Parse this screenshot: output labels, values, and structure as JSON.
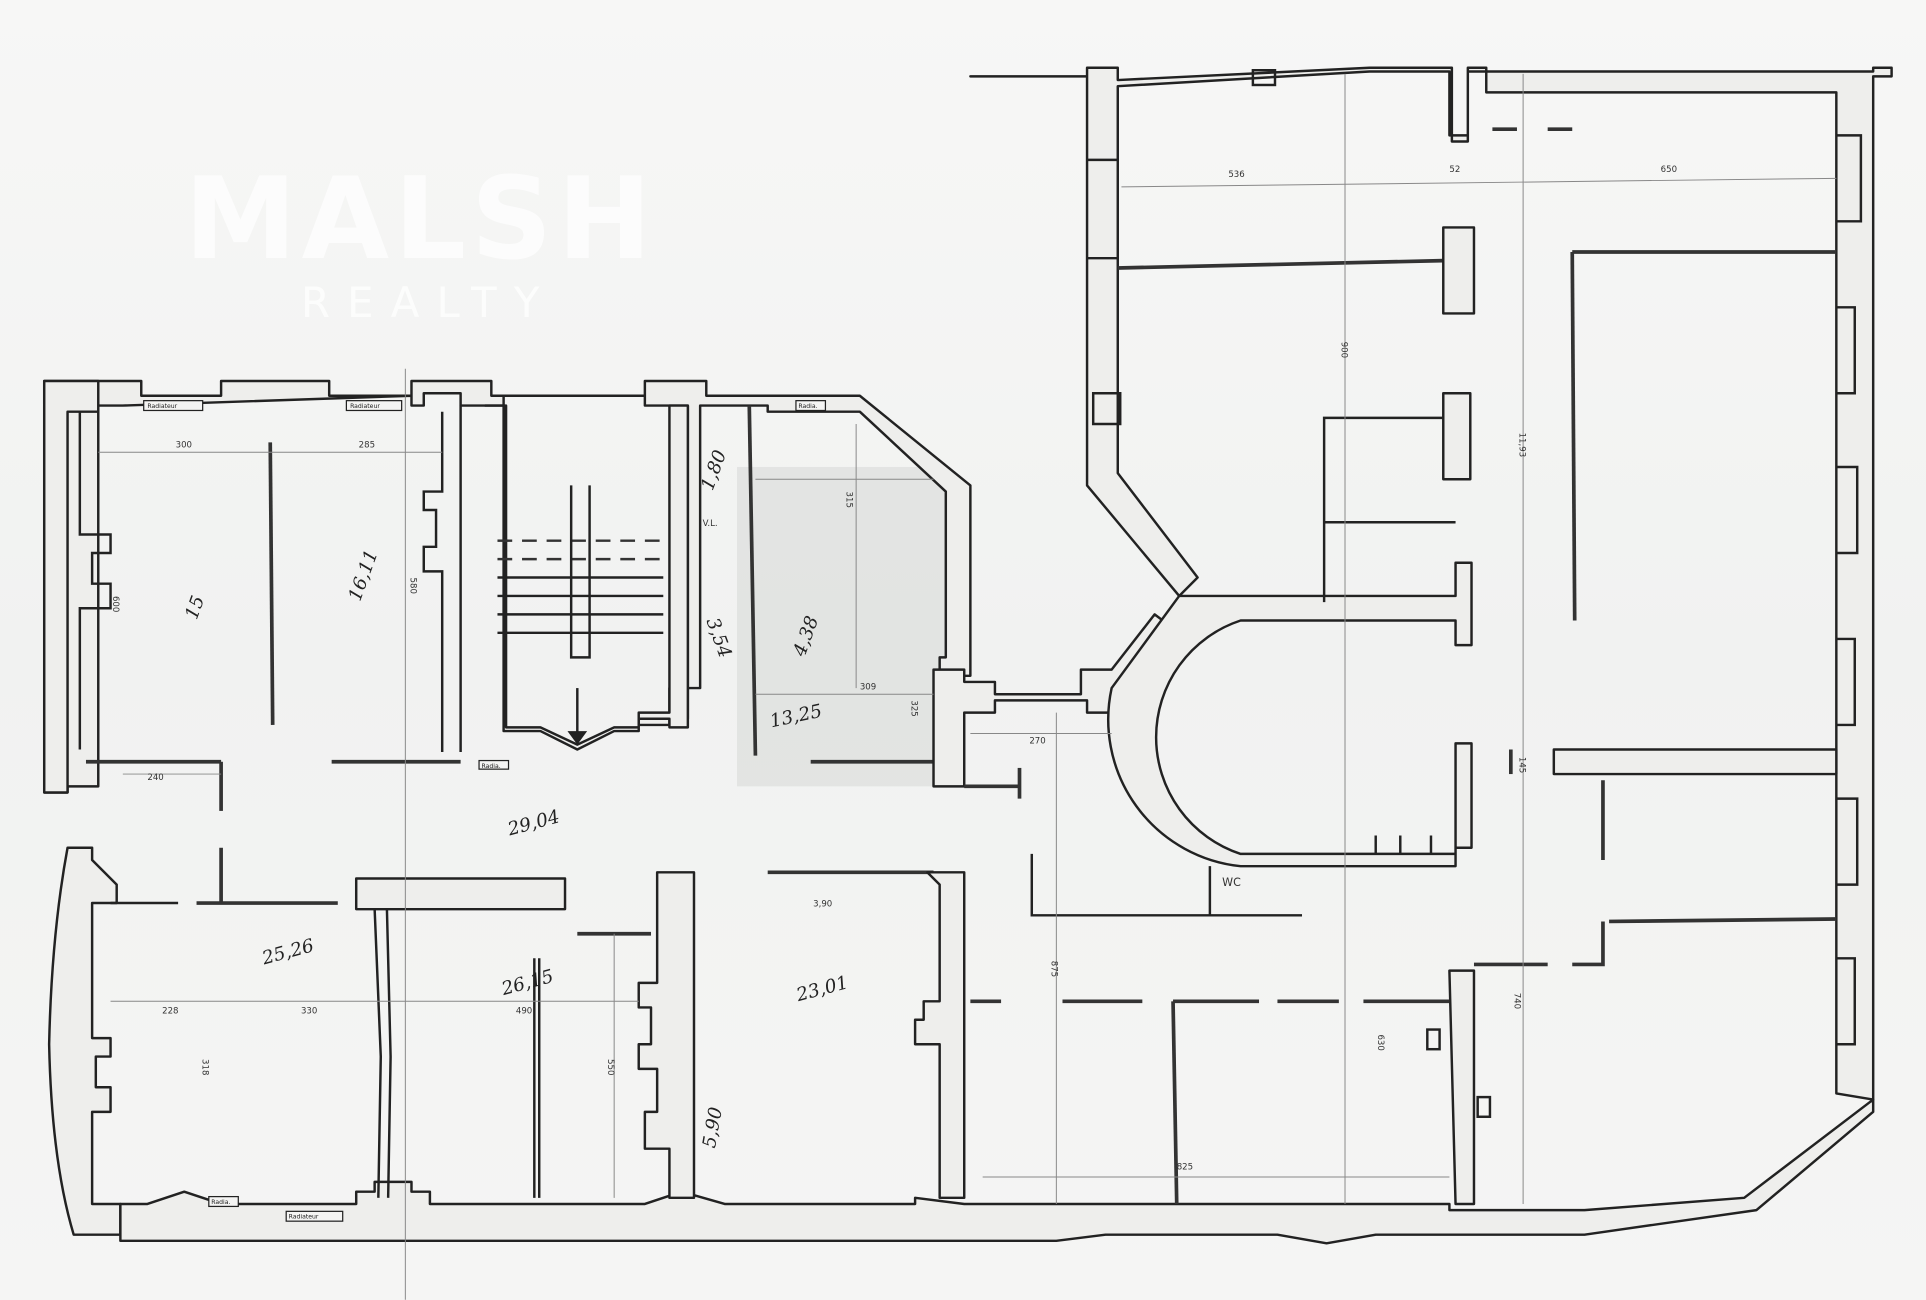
{
  "watermark": {
    "brand": "MALSH",
    "sub": "REALTY"
  },
  "labels": {
    "radiator_1": "Radiateur",
    "radiator_2": "Radiateur",
    "radiator_3": "Radia.",
    "radiator_4": "Radia.",
    "radiator_5": "Radiateur",
    "radiator_6": "Radia.",
    "vl": "V.L.",
    "wc": "WC"
  },
  "dimensions": {
    "d300": "300",
    "d285": "285",
    "d600": "600",
    "d580": "580",
    "d240": "240",
    "d315": "315",
    "d309": "309",
    "d325": "325",
    "d270": "270",
    "d228": "228",
    "d330": "330",
    "d490": "490",
    "d550": "550",
    "d318": "318",
    "d536": "536",
    "d52": "52",
    "d650": "650",
    "d900": "900",
    "d1193": "11,93",
    "d145": "145",
    "d875": "875",
    "d825": "825",
    "d630": "630",
    "d740": "740"
  },
  "areas": {
    "a1": "15",
    "a2": "16,11",
    "a3": "1,80",
    "a4": "3,54",
    "a5": "4,38",
    "a6": "13,25",
    "a7": "29,04",
    "a8": "25,26",
    "a9": "26,15",
    "a10": "23,01",
    "a11": "3,90",
    "a12": "5,90"
  }
}
